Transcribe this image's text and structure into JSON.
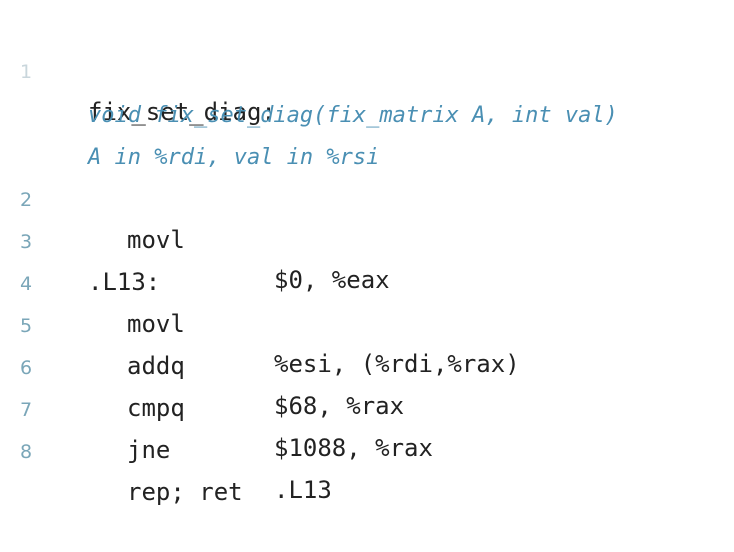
{
  "listing": {
    "lines": [
      {
        "num": "1",
        "code": "fix_set_diag:"
      },
      {
        "comment": "void fix_set_diag(fix_matrix A, int val)"
      },
      {
        "comment": "A in %rdi, val in %rsi"
      },
      {
        "num": "2",
        "mnemonic": "movl",
        "operands": "$0, %eax"
      },
      {
        "num": "3",
        "code": ".L13:"
      },
      {
        "num": "4",
        "mnemonic": "movl",
        "operands": "%esi, (%rdi,%rax)"
      },
      {
        "num": "5",
        "mnemonic": "addq",
        "operands": "$68, %rax"
      },
      {
        "num": "6",
        "mnemonic": "cmpq",
        "operands": "$1088, %rax"
      },
      {
        "num": "7",
        "mnemonic": "jne",
        "operands": ".L13"
      },
      {
        "num": "8",
        "code": "rep; ret"
      }
    ]
  }
}
